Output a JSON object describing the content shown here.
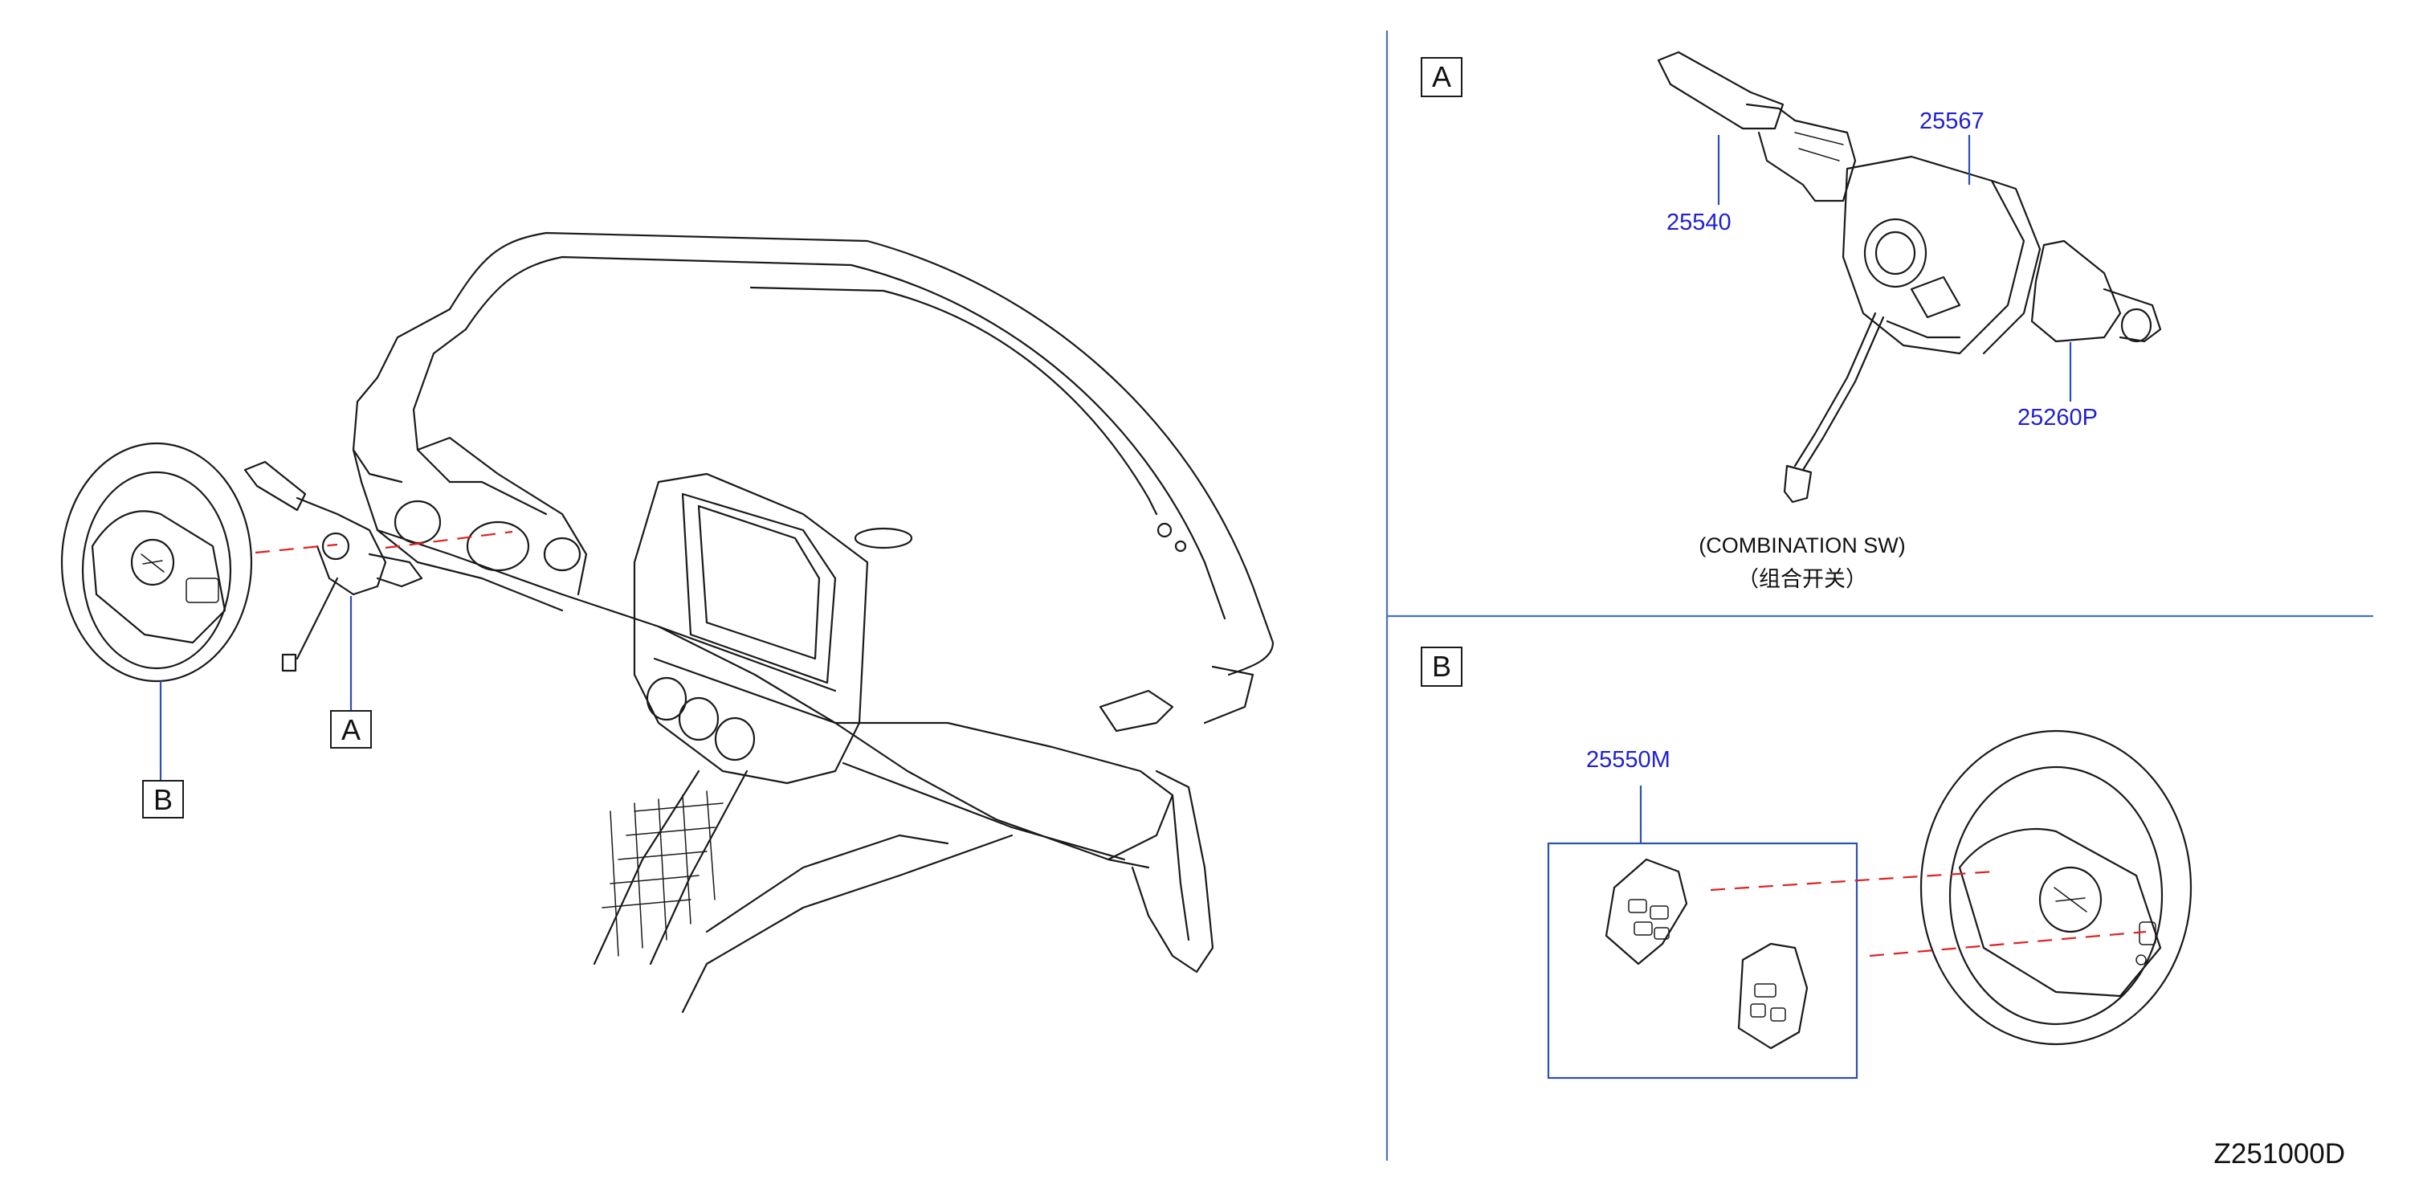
{
  "callouts": {
    "left_a": "A",
    "left_b": "B",
    "section_a": "A",
    "section_b": "B"
  },
  "parts": {
    "p25540": "25540",
    "p25567": "25567",
    "p25260p": "25260P",
    "p25550m": "25550M"
  },
  "captions": {
    "combination_sw": "(COMBINATION   SW)",
    "combination_sw_cn": "（组合开关）"
  },
  "figure_code": "Z251000D",
  "colors": {
    "part_number": "#1f1fd6",
    "leader_line": "#2a4fb8",
    "dashed_reference": "#e02020",
    "divider": "#4a6fc0"
  }
}
